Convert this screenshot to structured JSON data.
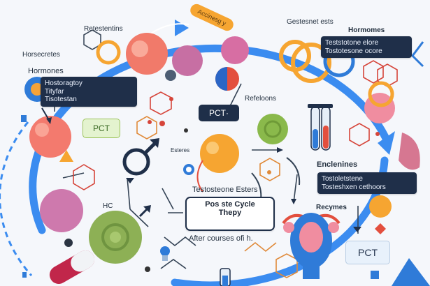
{
  "labels": {
    "top_left_1": "Retestentins",
    "top_left_2": "Horsecretes",
    "hormones_left": "Hormones",
    "badge_orange": "Accinesg y",
    "top_mid": "Gestesnet ests",
    "hormones_right": "Hormomes",
    "refeloons": "Refeloons",
    "pct_center": "PCT·",
    "pct_left": "PCT",
    "esteres": "Esteres",
    "enclenines": "Enclenines",
    "testo_esters": "Testosteone Esters",
    "hc": "HC",
    "receymes": "Recymes",
    "pct_right": "PCT",
    "post_cycle_line1": "Pos ste Cycle",
    "post_cycle_line2": "Thepy",
    "after": "After courses ofi h."
  },
  "boxes": {
    "left": [
      "Hostoragtoy",
      "Tityfar",
      "Tisotestan"
    ],
    "right_top": [
      "Teststotone elore",
      "Tostotesone ocore"
    ],
    "right_mid": [
      "Tostoletstene",
      "Tosteshxen cethoors"
    ]
  },
  "colors": {
    "ring": "#3b8cf0",
    "navy": "#1f2f49",
    "orange": "#f6a531",
    "green": "#9bc35a",
    "pink": "#f28aa0",
    "red": "#e4513a",
    "purple": "#c26fa5"
  }
}
